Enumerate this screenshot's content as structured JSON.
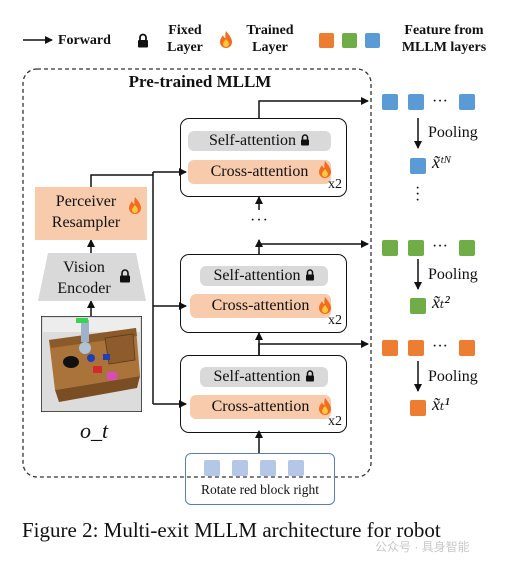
{
  "legend": {
    "forward": "Forward",
    "fixed_layer": "Fixed Layer",
    "trained_layer": "Trained Layer",
    "feature_from": "Feature from MLLM layers"
  },
  "mllm_title": "Pre-trained MLLM",
  "perceiver": "Perceiver Resampler",
  "vision_encoder": "Vision Encoder",
  "observation": "o_t",
  "layers": [
    {
      "self": "Self-attention",
      "cross": "Cross-attention",
      "repeat": "x2"
    },
    {
      "self": "Self-attention",
      "cross": "Cross-attention",
      "repeat": "x2"
    },
    {
      "self": "Self-attention",
      "cross": "Cross-attention",
      "repeat": "x2"
    }
  ],
  "ellipsis": "···",
  "instruction": "Rotate red block right",
  "pooling": "Pooling",
  "features": [
    "x̃ᵗᴺ",
    "x̃ₜ²",
    "x̃ₜ¹"
  ],
  "caption": "Figure 2: Multi-exit MLLM architecture for robot",
  "watermark": "公众号 · 具身智能",
  "colors": {
    "orange": "#ED7D31",
    "green": "#70AD47",
    "blue": "#5B9BD5",
    "peach": "#F8CBAD",
    "gray": "#D9D9D9",
    "token": "#B4C7E7"
  }
}
